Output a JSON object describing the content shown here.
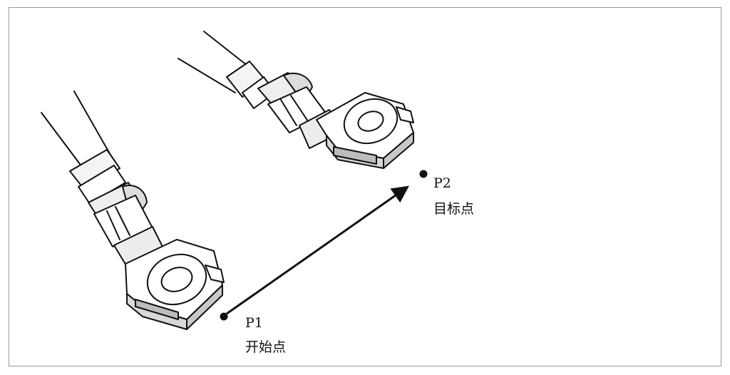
{
  "points": {
    "start": {
      "id": "P1",
      "label": "开始点"
    },
    "target": {
      "id": "P2",
      "label": "目标点"
    }
  },
  "colors": {
    "ink": "#111111",
    "frame": "#9a9a9a",
    "shade": "#d8d8d8"
  }
}
